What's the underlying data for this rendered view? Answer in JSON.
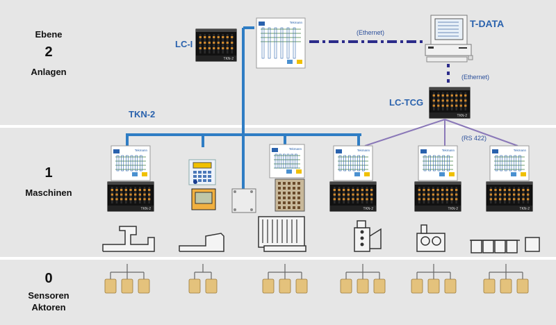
{
  "levels": {
    "header": "Ebene",
    "l2_num": "2",
    "l2_name": "Anlagen",
    "l1_num": "1",
    "l1_name": "Maschinen",
    "l0_num": "0",
    "l0_name_1": "Sensoren",
    "l0_name_2": "Aktoren"
  },
  "labels": {
    "lci": "LC-I",
    "tdata": "T-DATA",
    "lctcg": "LC-TCG",
    "tkn2": "TKN-2",
    "ethernet_top": "(Ethernet)",
    "ethernet_side": "(Ethernet)",
    "rs422": "(RS 422)",
    "rack_tag": "TKN-2",
    "panel_brand": "Tekmann"
  },
  "colors": {
    "bus": "#2f7dc4",
    "ethernet": "#2b2b8a",
    "rs422": "#8a78b8",
    "label": "#2a62ad",
    "slot": "#d08a30",
    "sensor": "#e4c27c"
  }
}
